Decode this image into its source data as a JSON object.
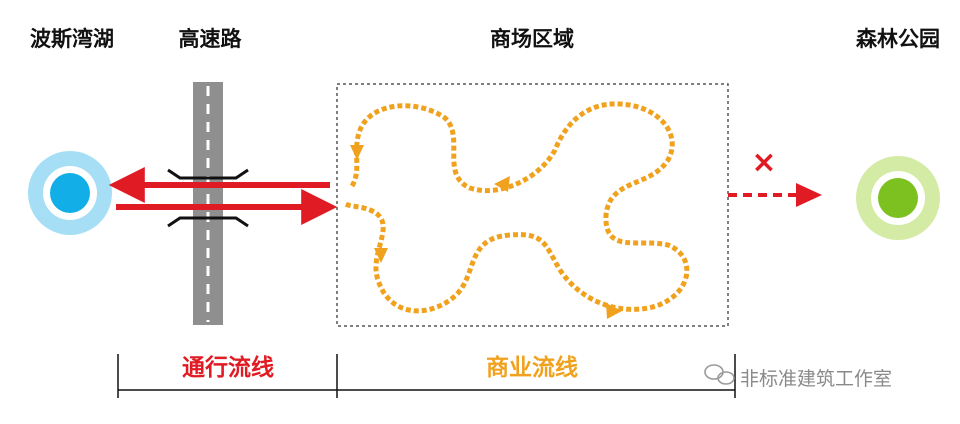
{
  "diagram": {
    "nodes": {
      "lake": {
        "label": "波斯湾湖"
      },
      "highway": {
        "label": "高速路"
      },
      "mall": {
        "label": "商场区域"
      },
      "park": {
        "label": "森林公园"
      }
    },
    "zones": {
      "traffic": {
        "label": "通行流线"
      },
      "commerce": {
        "label": "商业流线"
      }
    },
    "blocked_marker": "×",
    "watermark": "非标准建筑工作室",
    "colors": {
      "traffic_red": "#e01b24",
      "commerce_orange": "#f0a21e",
      "lake_blue": "#12aee8",
      "lake_ring": "#a6dff5",
      "park_green": "#7cc11f",
      "park_ring": "#d4eba6",
      "road_gray": "#8f8f8f"
    }
  }
}
